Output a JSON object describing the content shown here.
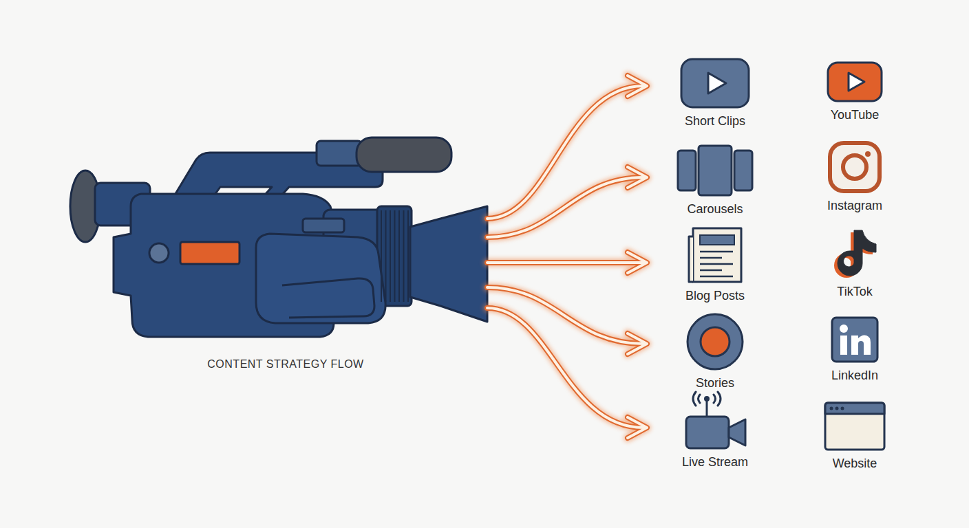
{
  "diagram": {
    "nodes": [
      {
        "text": [
          "Short Clips"
        ]
      },
      {
        "text": [
          "YouTube"
        ]
      },
      {
        "text": [
          "Carousels"
        ]
      },
      {
        "text": [
          "Instagram"
        ]
      },
      {
        "text": [
          "Blog Posts"
        ]
      },
      {
        "text": [
          "TikTok"
        ]
      },
      {
        "text": [
          "Stories"
        ]
      },
      {
        "text": [
          "LinkedIn"
        ]
      },
      {
        "text": [
          "Live Stream"
        ]
      },
      {
        "text": [
          "Website"
        ]
      }
    ],
    "labels": [
      "CONTENT STRATEGY FLOW"
    ]
  }
}
